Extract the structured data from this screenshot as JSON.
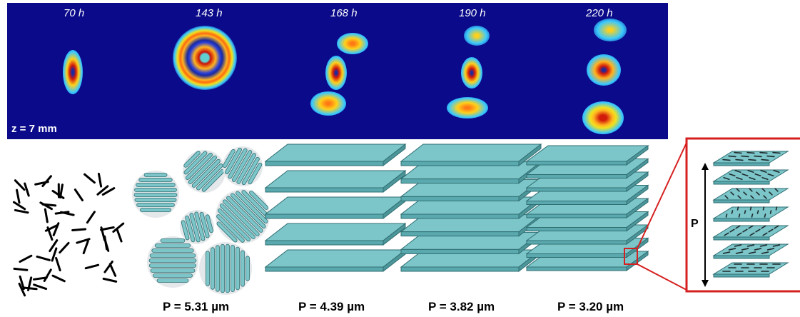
{
  "times": [
    "70 h",
    "143 h",
    "168 h",
    "190 h",
    "220 h"
  ],
  "z_label": "z = 7 mm",
  "pitches": [
    "P = 5.31 µm",
    "P = 4.39 µm",
    "P = 3.82 µm",
    "P = 3.20 µm"
  ],
  "inset_label": "P",
  "colors": {
    "background_dark": "#0a0a8a",
    "plate": "#7cc5c9",
    "plate_edge": "#2f6e72",
    "highlight_box": "#d62020"
  },
  "plate_counts": [
    5,
    7,
    9
  ]
}
